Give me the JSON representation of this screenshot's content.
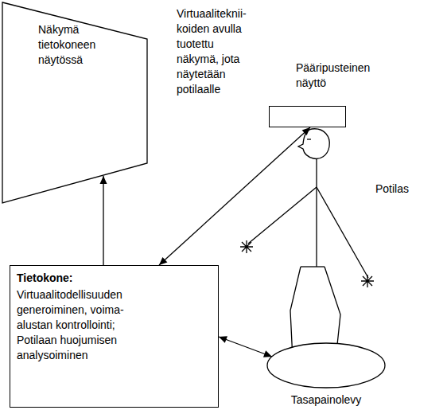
{
  "diagram": {
    "nodes": [
      {
        "text": [
          "Näkymä tietokoneen näytössä"
        ]
      },
      {
        "text": [
          "Pääripusteinen näyttö"
        ]
      },
      {
        "text": [
          "Tietokone:",
          "Virtuaalitodellisuuden generoiminen, voima- alustan kontrollointi; Potilaan huojumisen analysoiminen"
        ]
      },
      {
        "text": [
          "Tasapainolevy"
        ]
      }
    ],
    "edges": [
      {
        "from": 2,
        "to": 0,
        "arrow": "to"
      },
      {
        "from": 2,
        "to": 1,
        "arrow": "both"
      },
      {
        "from": 2,
        "to": 3,
        "arrow": "both"
      }
    ],
    "labels": [
      "Virtuaaliteknii- koiden avulla tuotettu näkymä, jota näytetään potilaalle",
      "Potilas"
    ]
  }
}
